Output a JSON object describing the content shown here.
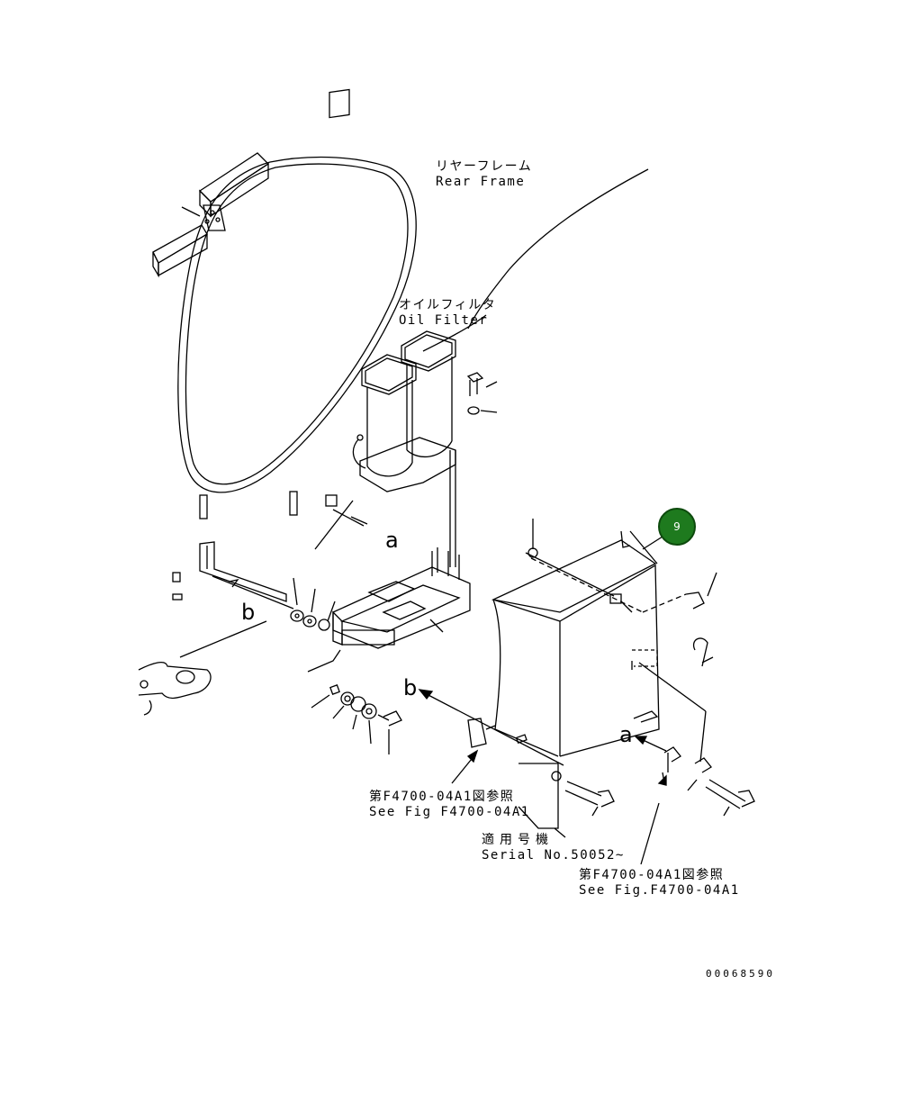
{
  "labels": {
    "rear_frame_jp": "リヤーフレーム",
    "rear_frame_en": "Rear Frame",
    "oil_filter_jp": "オイルフィルタ",
    "oil_filter_en": "Oil Filter",
    "see_fig_left_jp": "第F4700-04A1図参照",
    "see_fig_left_en": "See Fig F4700-04A1",
    "serial_jp": "適用号機",
    "serial_en": "Serial No.50052~",
    "see_fig_right_jp": "第F4700-04A1図参照",
    "see_fig_right_en": "See Fig.F4700-04A1",
    "drawing_number": "00068590"
  },
  "view_letters": {
    "a_upper": "a",
    "b_left": "b",
    "b_middle": "b",
    "a_right": "a"
  },
  "callout": {
    "number": "9",
    "color": "#1e7a1e"
  }
}
